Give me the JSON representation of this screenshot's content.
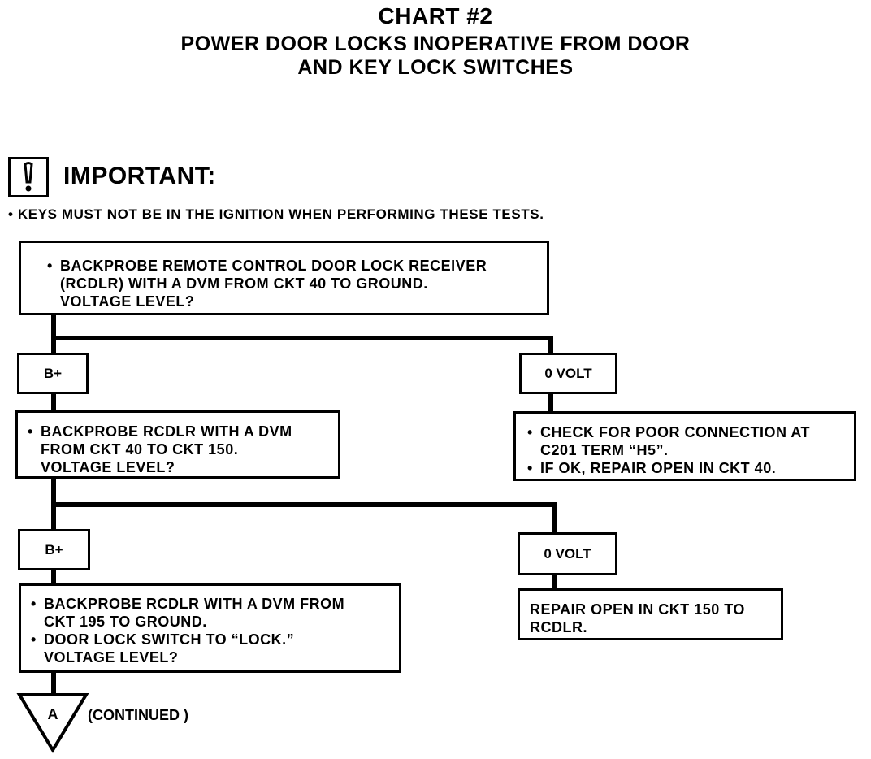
{
  "header": {
    "chart_no": "CHART #2",
    "title_line1": "POWER DOOR LOCKS INOPERATIVE FROM DOOR",
    "title_line2": "AND KEY LOCK SWITCHES"
  },
  "important": {
    "icon": "exclamation-icon",
    "heading": "IMPORTANT:",
    "note": "• KEYS MUST NOT BE IN THE IGNITION WHEN PERFORMING THESE TESTS."
  },
  "steps": {
    "step1": {
      "lines": [
        "BACKPROBE REMOTE CONTROL DOOR LOCK RECEIVER",
        "(RCDLR) WITH A DVM FROM CKT 40 TO GROUND.",
        "VOLTAGE LEVEL?"
      ]
    },
    "b1_label": "B+",
    "z1_label": "0 VOLT",
    "step2": {
      "lines": [
        "BACKPROBE RCDLR WITH A DVM",
        "FROM CKT 40 TO CKT 150.",
        "VOLTAGE LEVEL?"
      ]
    },
    "fix1": {
      "lines": [
        "CHECK FOR POOR CONNECTION AT",
        "C201 TERM “H5”.",
        "IF OK, REPAIR OPEN IN CKT 40."
      ]
    },
    "b2_label": "B+",
    "z2_label": "0 VOLT",
    "step3": {
      "lines": [
        "BACKPROBE RCDLR WITH A DVM FROM",
        "CKT 195 TO GROUND.",
        "DOOR LOCK SWITCH TO “LOCK.”",
        "VOLTAGE LEVEL?"
      ]
    },
    "fix2": {
      "lines": [
        "REPAIR OPEN IN CKT 150 TO",
        "RCDLR."
      ]
    }
  },
  "connector": {
    "letter": "A",
    "text": "(CONTINUED )"
  }
}
